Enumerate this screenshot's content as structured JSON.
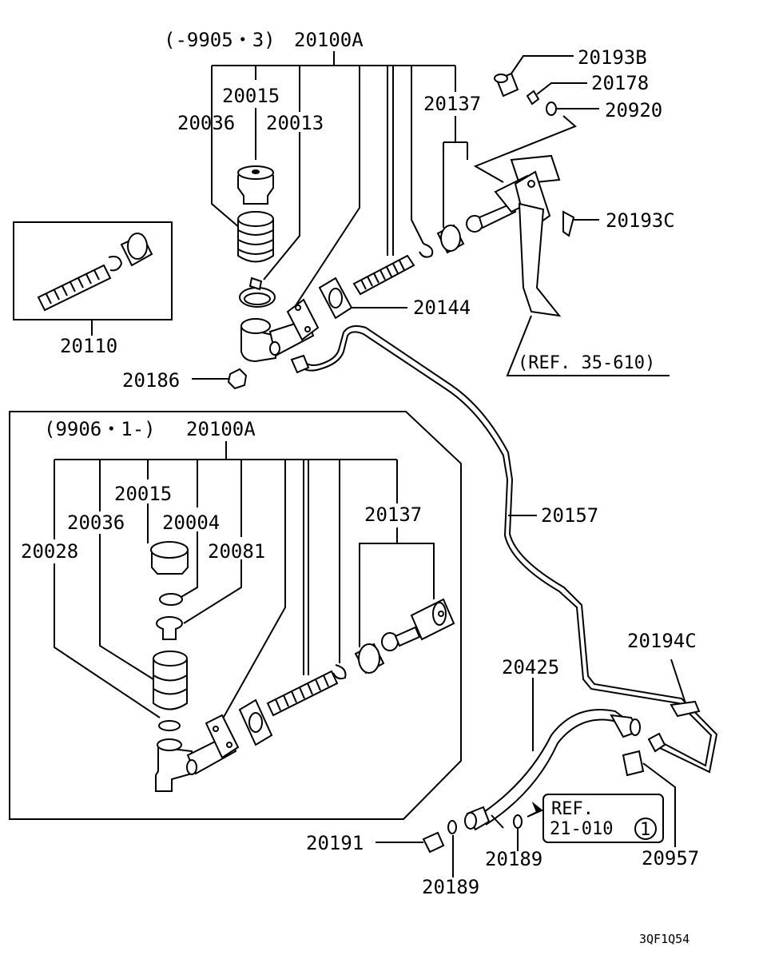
{
  "upper_assembly": {
    "date_range": "(-9905・3)",
    "assembly_no": "20100A",
    "parts": [
      "20015",
      "20036",
      "20013",
      "20137",
      "20193B",
      "20178",
      "20920",
      "20193C",
      "20144",
      "20186"
    ],
    "ref": "(REF. 35-610)"
  },
  "inset_box": {
    "part": "20110"
  },
  "lower_assembly": {
    "date_range": "(9906・1-)",
    "assembly_no": "20100A",
    "parts": [
      "20015",
      "20036",
      "20004",
      "20028",
      "20081",
      "20137"
    ]
  },
  "piping": {
    "parts": [
      "20157",
      "20194C",
      "20425",
      "20191",
      "20189",
      "20189",
      "20957"
    ],
    "ref_box": {
      "line1": "REF.",
      "line2": "21-010",
      "circled": "1"
    }
  },
  "diagram_code": "3QF1Q54"
}
